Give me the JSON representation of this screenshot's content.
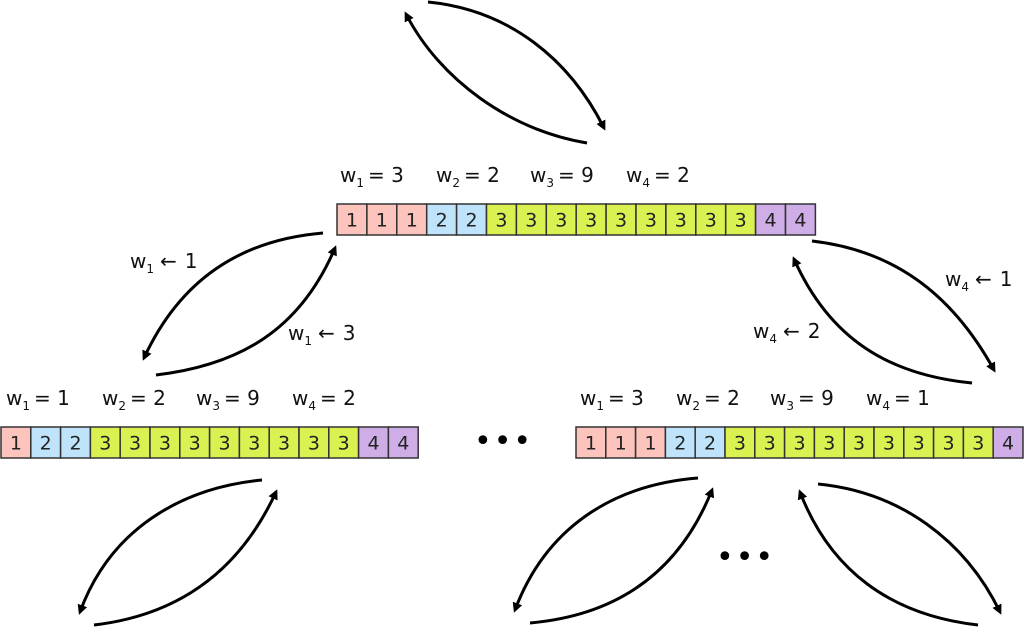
{
  "colors": {
    "1": "#fcc4bd",
    "2": "#bfe3fb",
    "3": "#dbf152",
    "4": "#cfaee8",
    "border": "#333333"
  },
  "arrays": [
    {
      "id": "root",
      "weights": [
        {
          "var": "w",
          "sub": "1",
          "value": "3"
        },
        {
          "var": "w",
          "sub": "2",
          "value": "2"
        },
        {
          "var": "w",
          "sub": "3",
          "value": "9"
        },
        {
          "var": "w",
          "sub": "4",
          "value": "2"
        }
      ],
      "cells": [
        1,
        1,
        1,
        2,
        2,
        3,
        3,
        3,
        3,
        3,
        3,
        3,
        3,
        3,
        4,
        4
      ]
    },
    {
      "id": "left-child",
      "weights": [
        {
          "var": "w",
          "sub": "1",
          "value": "1"
        },
        {
          "var": "w",
          "sub": "2",
          "value": "2"
        },
        {
          "var": "w",
          "sub": "3",
          "value": "9"
        },
        {
          "var": "w",
          "sub": "4",
          "value": "2"
        }
      ],
      "cells": [
        1,
        2,
        2,
        3,
        3,
        3,
        3,
        3,
        3,
        3,
        3,
        3,
        4,
        4
      ]
    },
    {
      "id": "right-child",
      "weights": [
        {
          "var": "w",
          "sub": "1",
          "value": "3"
        },
        {
          "var": "w",
          "sub": "2",
          "value": "2"
        },
        {
          "var": "w",
          "sub": "3",
          "value": "9"
        },
        {
          "var": "w",
          "sub": "4",
          "value": "1"
        }
      ],
      "cells": [
        1,
        1,
        1,
        2,
        2,
        3,
        3,
        3,
        3,
        3,
        3,
        3,
        3,
        3,
        4
      ]
    }
  ],
  "transitions": [
    {
      "id": "root-to-left",
      "label_var": "w",
      "label_sub": "1",
      "label_arrow": "←",
      "label_value": "1"
    },
    {
      "id": "left-to-root",
      "label_var": "w",
      "label_sub": "1",
      "label_arrow": "←",
      "label_value": "3"
    },
    {
      "id": "root-to-right",
      "label_var": "w",
      "label_sub": "4",
      "label_arrow": "←",
      "label_value": "1"
    },
    {
      "id": "right-to-root",
      "label_var": "w",
      "label_sub": "4",
      "label_arrow": "←",
      "label_value": "2"
    }
  ],
  "ellipsis": [
    "•••",
    "•••"
  ]
}
